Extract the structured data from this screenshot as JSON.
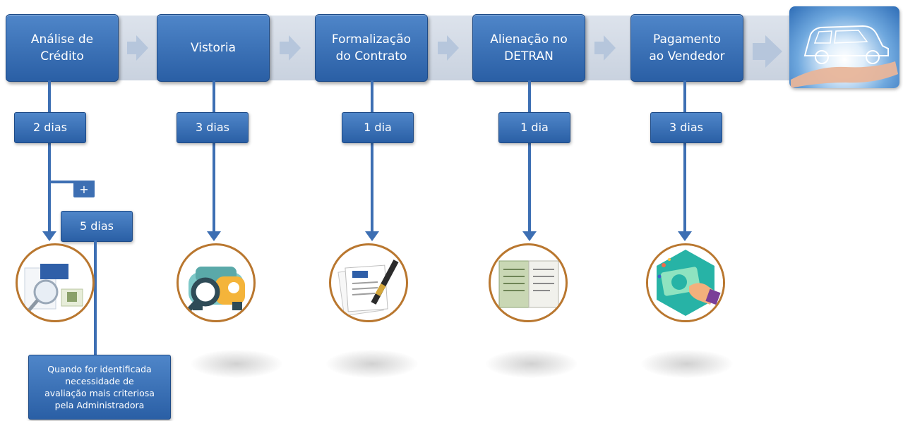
{
  "steps": [
    {
      "label": "Análise de\nCrédito",
      "duration": "2 dias"
    },
    {
      "label": "Vistoria",
      "duration": "3 dias"
    },
    {
      "label": "Formalização\ndo Contrato",
      "duration": "1 dia"
    },
    {
      "label": "Alienação no\nDETRAN",
      "duration": "1 dia"
    },
    {
      "label": "Pagamento\nao Vendedor",
      "duration": "3 dias"
    }
  ],
  "extra": {
    "plus": "+",
    "duration": "5 dias",
    "note": "Quando for identificada\nnecessidade de\navaliação mais criteriosa\npela  Administradora"
  },
  "icons": [
    "credit-analysis-documents-icon",
    "car-inspection-icon",
    "contract-signing-icon",
    "vehicle-registration-document-icon",
    "payment-to-seller-icon",
    "car-in-hand-icon"
  ],
  "colors": {
    "box_blue": "#3d73ba",
    "connector_blue": "#3d6fb3",
    "band_gray": "#d3dae5",
    "circle_border": "#b9772f"
  }
}
